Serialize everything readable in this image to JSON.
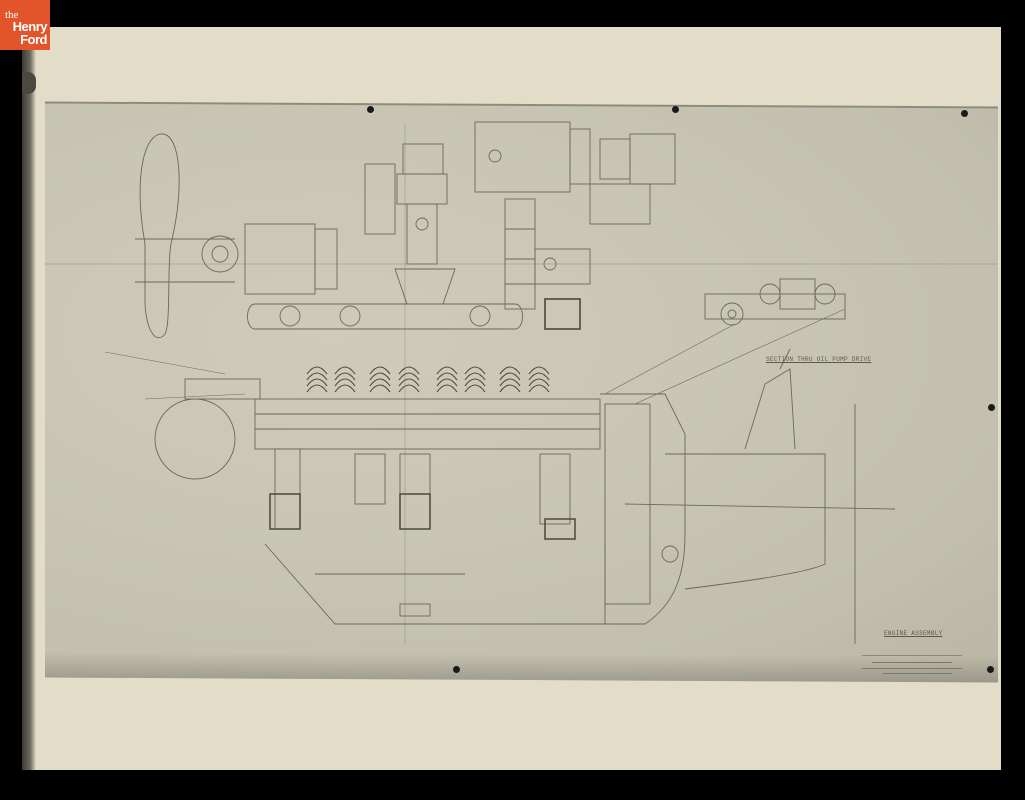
{
  "logo": {
    "line1": "the",
    "line2": "Henry",
    "line3": "Ford",
    "bg_color": "#e2542a"
  },
  "artifact": {
    "type": "photograph of engineering drawing",
    "subject": "engine assembly side section blueprint",
    "mount_color": "#e2dcc8",
    "sheet_color": "#c9c6b6"
  },
  "drawing_labels": {
    "title": "ENGINE ASSEMBLY",
    "section_note": "SECTION THRU OIL PUMP DRIVE"
  }
}
